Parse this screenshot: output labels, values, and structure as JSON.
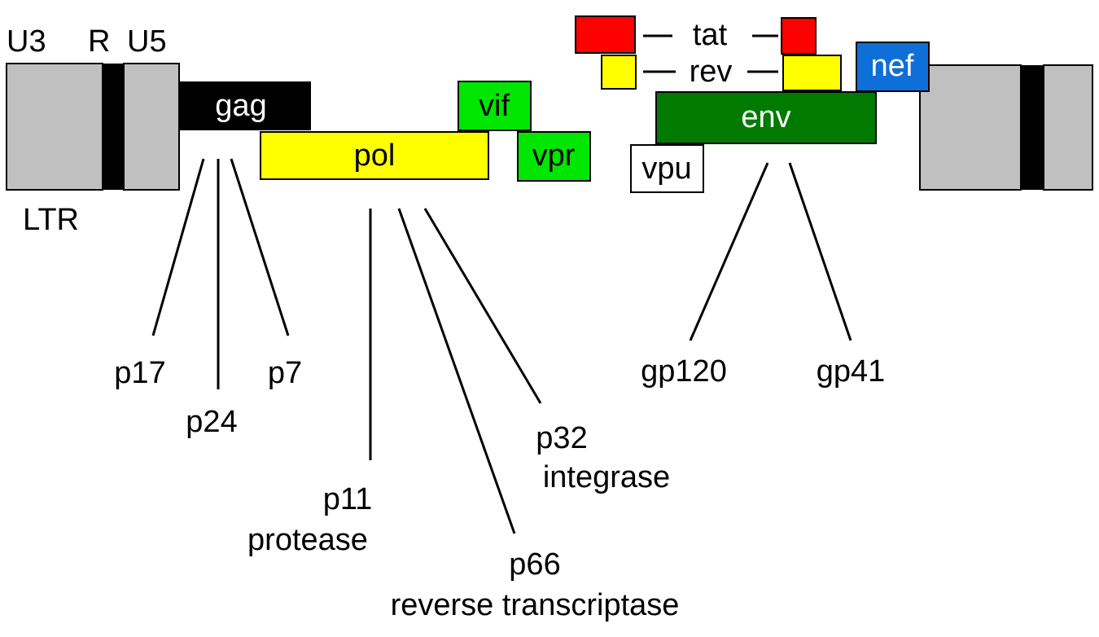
{
  "ltr_left": {
    "u3": "U3",
    "r": "R",
    "u5": "U5",
    "ltr": "LTR"
  },
  "genes": {
    "gag": "gag",
    "pol": "pol",
    "vif": "vif",
    "vpr": "vpr",
    "tat": "tat",
    "rev": "rev",
    "env": "env",
    "vpu": "vpu",
    "nef": "nef"
  },
  "products": {
    "p17": "p17",
    "p24": "p24",
    "p7": "p7",
    "p11": "p11",
    "protease": "protease",
    "p66": "p66",
    "reverse_transcriptase": "reverse transcriptase",
    "p32": "p32",
    "integrase": "integrase",
    "gp120": "gp120",
    "gp41": "gp41"
  },
  "colors": {
    "ltr_fill": "#c0c0c0",
    "r_band": "#000000",
    "gag": "#000000",
    "pol": "#ffff00",
    "accessory_green": "#00e600",
    "env": "#007a00",
    "tat": "#ff0000",
    "rev": "#ffff00",
    "nef": "#0f6fd8",
    "vpu": "#ffffff"
  }
}
